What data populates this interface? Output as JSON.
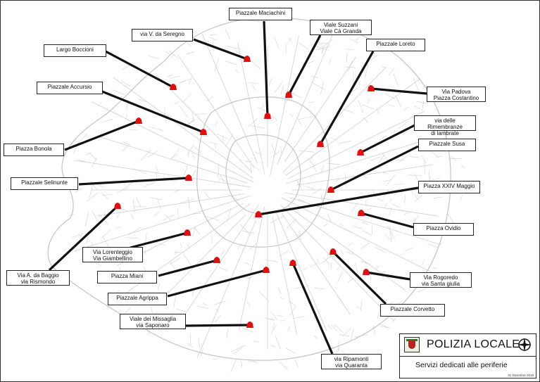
{
  "legend": {
    "title": "POLIZIA LOCALE",
    "subtitle": "Servizi dedicati alle periferie",
    "date": "31 Dicembre 2019",
    "logo_icon": "city-crest-icon",
    "compass_icon": "compass-rose-icon"
  },
  "colors": {
    "marker": "#e01010",
    "leader": "#111111",
    "streets": "#cfcfcf"
  },
  "locations": [
    {
      "id": "maciachini",
      "label": "Piazzale Maciachini"
    },
    {
      "id": "seregno",
      "label": "via V. da Seregno"
    },
    {
      "id": "suzzani",
      "label": "Viale Suzzani\nViale Cà Granda"
    },
    {
      "id": "loreto",
      "label": "Piazzale Loreto"
    },
    {
      "id": "boccioni",
      "label": "Largo Boccioni"
    },
    {
      "id": "accursio",
      "label": "Piazzale Accursio"
    },
    {
      "id": "padova",
      "label": "Via Padova\nPiazza Costantino"
    },
    {
      "id": "rimembranze",
      "label": "via delle Rimembranze\ndi lambrate"
    },
    {
      "id": "bonola",
      "label": "Piazza Bonola"
    },
    {
      "id": "susa",
      "label": "Piazzale Susa"
    },
    {
      "id": "selinunte",
      "label": "Piazzale Selinunte"
    },
    {
      "id": "xxivmaggio",
      "label": "Piazza XXIV Maggio"
    },
    {
      "id": "ovidio",
      "label": "Piazza Ovidio"
    },
    {
      "id": "lorenteggio",
      "label": "Via Lorenteggio\nVia Giambellino"
    },
    {
      "id": "baggio",
      "label": "Via A. da Baggio\nvia Rismondo"
    },
    {
      "id": "miani",
      "label": "Piazza Miani"
    },
    {
      "id": "rogoredo",
      "label": "Via Rogoredo\nvia Santa giulia"
    },
    {
      "id": "agrippa",
      "label": "Piazzale Agrippa"
    },
    {
      "id": "corvetto",
      "label": "Piazzale Corvetto"
    },
    {
      "id": "missaglia",
      "label": "Viale dei Missaglia\nvia Saponaro"
    },
    {
      "id": "ripamonti",
      "label": "via Ripamonti\nvia Quaranta"
    }
  ]
}
